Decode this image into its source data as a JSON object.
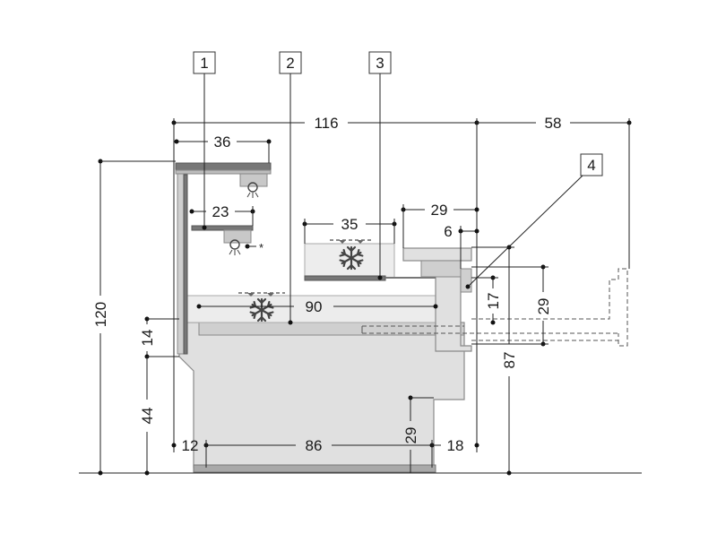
{
  "dimensions": {
    "overall_width": "116",
    "right_clearance": "58",
    "top_shelf_depth": "36",
    "lower_shelf_depth": "23",
    "top_well_depth": "35",
    "top_well_offset": "29",
    "top_well_step": "6",
    "main_well_depth": "90",
    "height_total": "120",
    "height_14": "14",
    "height_44": "44",
    "left_offset": "12",
    "base_width": "86",
    "right_offset": "18",
    "base_step_height": "29",
    "right_height_17": "17",
    "right_height_29": "29",
    "right_height_87": "87"
  },
  "callouts": [
    "1",
    "2",
    "3",
    "4"
  ],
  "light_marker": "*",
  "icons": {
    "freeze_top": "snowflake-icon",
    "freeze_main": "snowflake-icon",
    "lamp_top": "lamp-icon",
    "lamp_lower": "lamp-icon"
  }
}
